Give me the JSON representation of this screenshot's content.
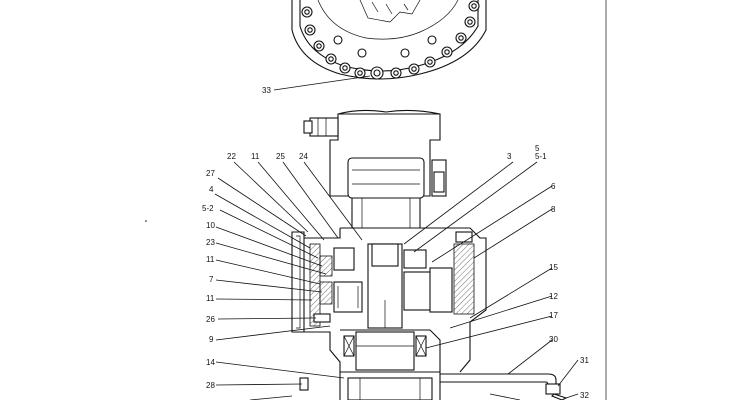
{
  "labels": [
    {
      "id": "33",
      "text": "33"
    },
    {
      "id": "22",
      "text": "22"
    },
    {
      "id": "11a",
      "text": "11"
    },
    {
      "id": "25",
      "text": "25"
    },
    {
      "id": "24",
      "text": "24"
    },
    {
      "id": "3",
      "text": "3"
    },
    {
      "id": "5",
      "text": "5"
    },
    {
      "id": "5-1",
      "text": "5-1"
    },
    {
      "id": "27",
      "text": "27"
    },
    {
      "id": "4",
      "text": "4"
    },
    {
      "id": "5-2",
      "text": "5-2"
    },
    {
      "id": "10",
      "text": "10"
    },
    {
      "id": "23",
      "text": "23"
    },
    {
      "id": "11b",
      "text": "11"
    },
    {
      "id": "7",
      "text": "7"
    },
    {
      "id": "11c",
      "text": "11"
    },
    {
      "id": "26",
      "text": "26"
    },
    {
      "id": "9",
      "text": "9"
    },
    {
      "id": "14",
      "text": "14"
    },
    {
      "id": "28",
      "text": "28"
    },
    {
      "id": "6",
      "text": "6"
    },
    {
      "id": "8",
      "text": "8"
    },
    {
      "id": "15",
      "text": "15"
    },
    {
      "id": "12",
      "text": "12"
    },
    {
      "id": "17",
      "text": "17"
    },
    {
      "id": "30",
      "text": "30"
    },
    {
      "id": "31",
      "text": "31"
    },
    {
      "id": "32",
      "text": "32"
    }
  ]
}
